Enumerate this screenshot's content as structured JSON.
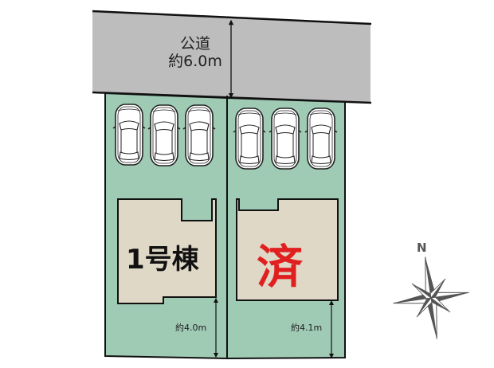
{
  "road": {
    "label": "公道",
    "width": "約6.0m",
    "fill": "#bdbdbd"
  },
  "lots": [
    {
      "id": "lot-1",
      "building_label": "1号棟",
      "label_color": "#111111",
      "status": "available",
      "setback": "約4.0m",
      "parking_spaces": 3
    },
    {
      "id": "lot-2",
      "building_label": "済",
      "label_color": "#e02020",
      "status": "sold",
      "setback": "約4.1m",
      "parking_spaces": 3
    }
  ],
  "compass": {
    "label": "N"
  },
  "colors": {
    "lot_fill": "#9fcab4",
    "building_fill": "#e0d8c6",
    "outline": "#111111",
    "sold_mark": "#e02020"
  }
}
